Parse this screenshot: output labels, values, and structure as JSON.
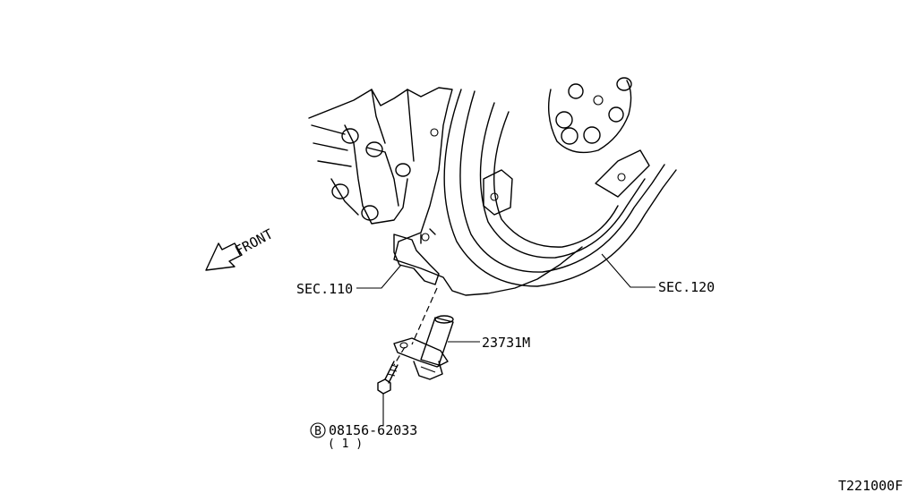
{
  "labels": {
    "front": "FRONT",
    "sec110": "SEC.110",
    "sec120": "SEC.120",
    "part_sensor": "23731M",
    "bolt_symbol": "B",
    "bolt_part": "08156-62033",
    "bolt_qty": "( 1 )",
    "diagram_code": "T221000F"
  },
  "colors": {
    "line": "#000000",
    "background": "#ffffff"
  },
  "icons": {
    "front_arrow": "front-arrow-icon",
    "bolt_circle": "circled-b-icon"
  }
}
